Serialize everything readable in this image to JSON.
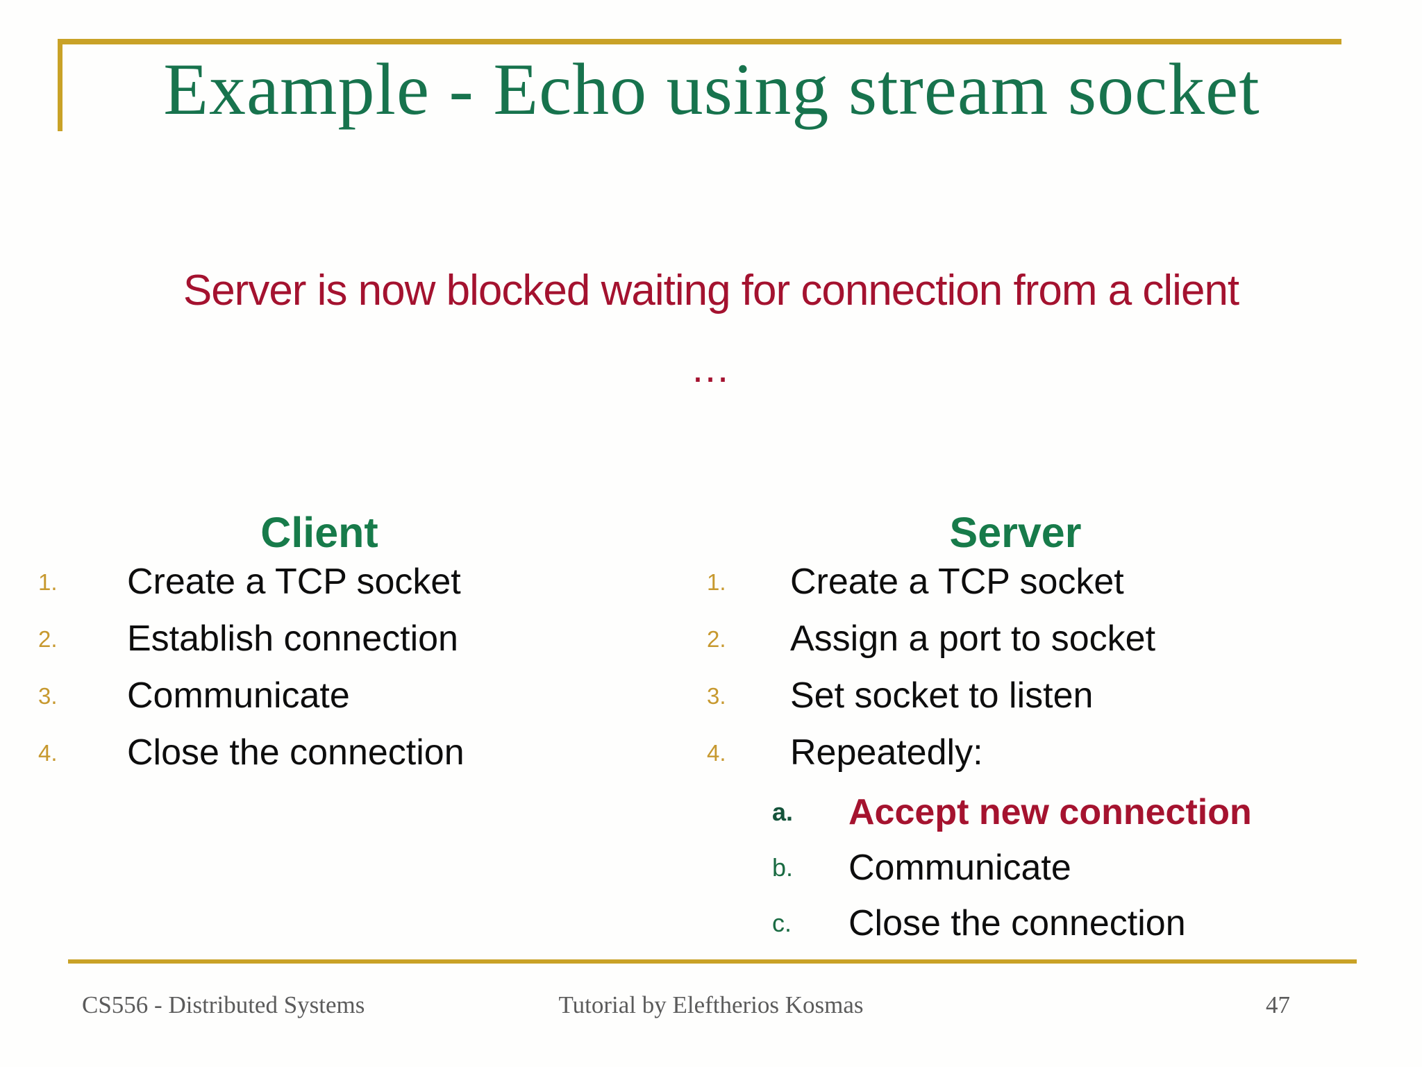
{
  "title": "Example - Echo using stream socket",
  "subtitle": {
    "line1": "Server is now blocked waiting for connection from a client",
    "line2": "..."
  },
  "client": {
    "header": "Client",
    "items": [
      {
        "marker": "1.",
        "label": "Create a TCP socket"
      },
      {
        "marker": "2.",
        "label": "Establish connection"
      },
      {
        "marker": "3.",
        "label": "Communicate"
      },
      {
        "marker": "4.",
        "label": "Close the connection"
      }
    ]
  },
  "server": {
    "header": "Server",
    "items": [
      {
        "marker": "1.",
        "label": "Create a TCP socket"
      },
      {
        "marker": "2.",
        "label": "Assign a port to socket"
      },
      {
        "marker": "3.",
        "label": "Set socket to listen"
      },
      {
        "marker": "4.",
        "label": "Repeatedly:"
      }
    ],
    "sub_items": [
      {
        "marker": "a.",
        "label": "Accept new connection",
        "emphasis": true
      },
      {
        "marker": "b.",
        "label": "Communicate",
        "emphasis": false
      },
      {
        "marker": "c.",
        "label": "Close the connection",
        "emphasis": false
      }
    ]
  },
  "footer": {
    "left": "CS556 - Distributed Systems",
    "center": "Tutorial by Eleftherios Kosmas",
    "page": "47"
  },
  "colors": {
    "accent_gold": "#c9a227",
    "title_green": "#17734d",
    "header_green": "#177b4a",
    "sub_marker_green": "#1a6b42",
    "emphasis_red": "#a5132f",
    "body_text": "#0d0d0d",
    "footer_gray": "#5b5b5b",
    "background": "#fefefd"
  }
}
